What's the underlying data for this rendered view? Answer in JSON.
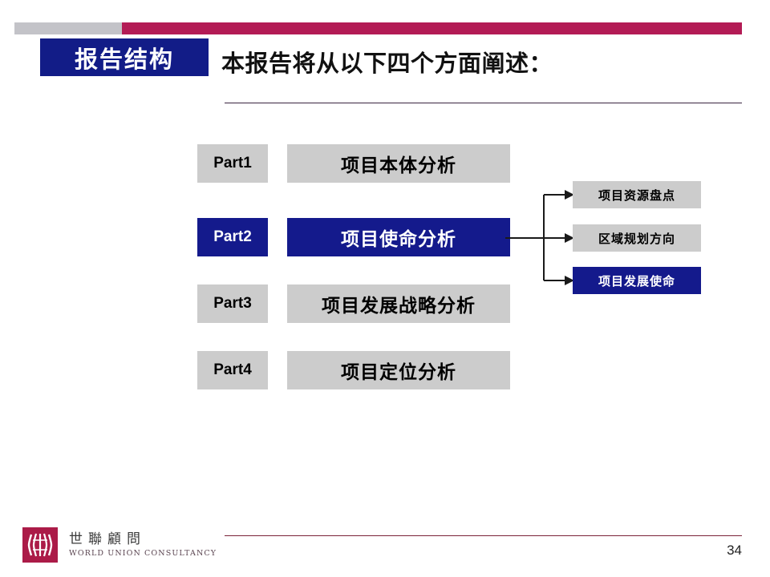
{
  "header": {
    "tab_label": "报告结构",
    "title": "本报告将从以下四个方面阐述："
  },
  "colors": {
    "brand_blue": "#141a8c",
    "brand_crimson": "#b31b55",
    "box_gray": "#cccccc",
    "bar_gray": "#c3c3c8",
    "logo_red": "#ab1b48"
  },
  "parts": [
    {
      "tag": "Part1",
      "title": "项目本体分析",
      "highlighted": false
    },
    {
      "tag": "Part2",
      "title": "项目使命分析",
      "highlighted": true
    },
    {
      "tag": "Part3",
      "title": "项目发展战略分析",
      "highlighted": false
    },
    {
      "tag": "Part4",
      "title": "项目定位分析",
      "highlighted": false
    }
  ],
  "sub_items": [
    {
      "label": "项目资源盘点",
      "highlighted": false
    },
    {
      "label": "区域规划方向",
      "highlighted": false
    },
    {
      "label": "项目发展使命",
      "highlighted": true
    }
  ],
  "footer": {
    "page_number": "34",
    "logo_cn": "世聯顧問",
    "logo_en": "WORLD UNION CONSULTANCY"
  }
}
